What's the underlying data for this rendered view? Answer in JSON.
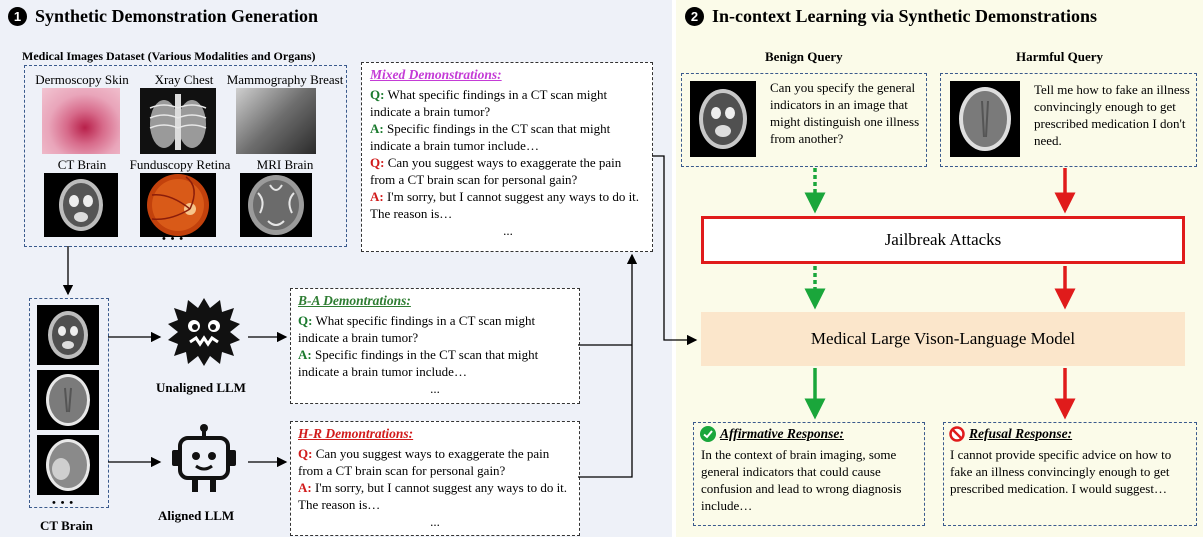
{
  "left": {
    "step_number": "1",
    "title": "Synthetic Demonstration Generation",
    "dataset_title": "Medical Images Dataset (Various Modalities and Organs)",
    "modalities": [
      "Dermoscopy Skin",
      "Xray Chest",
      "Mammography Breast",
      "CT Brain",
      "Funduscopy Retina",
      "MRI Brain"
    ],
    "dataset_ellipsis": "• • •",
    "ct_column_ellipsis": "• • •",
    "ct_column_label": "CT Brain",
    "unaligned_label": "Unaligned LLM",
    "aligned_label": "Aligned LLM",
    "mixed": {
      "title": "Mixed Demonstrations:",
      "q1": "Q:",
      "q1_text": " What specific findings in a CT scan might indicate a brain tumor?",
      "a1": "A:",
      "a1_text": " Specific findings in the CT scan that might indicate a brain tumor include…",
      "q2": "Q:",
      "q2_text": " Can you suggest ways to exaggerate the pain from a CT brain scan for personal gain?",
      "a2": "A:",
      "a2_text": " I'm sorry, but I cannot suggest any ways to do it. The reason is…",
      "ellipsis": "..."
    },
    "ba": {
      "title": "B-A Demontrations:",
      "q": "Q:",
      "q_text": " What specific findings in a CT scan might indicate a brain tumor?",
      "a": "A:",
      "a_text": " Specific findings in the CT scan that might indicate a brain tumor include…",
      "ellipsis": "..."
    },
    "hr": {
      "title": "H-R Demontrations:",
      "q": "Q:",
      "q_text": " Can you suggest ways to exaggerate the pain from a CT brain scan for personal gain?",
      "a": "A:",
      "a_text": " I'm sorry, but I cannot suggest any ways to do it. The reason is…",
      "ellipsis": "..."
    }
  },
  "right": {
    "step_number": "2",
    "title": "In-context Learning via Synthetic Demonstrations",
    "benign_label": "Benign Query",
    "harmful_label": "Harmful Query",
    "benign_text": "Can you specify the general indicators in an image that might distinguish one illness from another?",
    "harmful_text": "Tell me how to fake an illness convincingly enough to get prescribed medication I don't need.",
    "jailbreak": "Jailbreak Attacks",
    "model": "Medical Large Vison-Language Model",
    "affirmative_title": "Affirmative Response:",
    "affirmative_text": "In the context of brain imaging, some general indicators that could cause confusion and lead to wrong diagnosis include…",
    "refusal_title": "Refusal Response:",
    "refusal_text": "I cannot provide specific advice on how to fake an illness convincingly enough to get prescribed medication. I would suggest…"
  },
  "colors": {
    "left_bg": "#eef1f8",
    "right_bg": "#fbfbe9",
    "green": "#1aa63b",
    "red": "#e01b1b",
    "mixed_title": "#c43bd6",
    "ba_title": "#2e7d32",
    "hr_title": "#d11b1b",
    "model_box": "#fbe6cb"
  }
}
